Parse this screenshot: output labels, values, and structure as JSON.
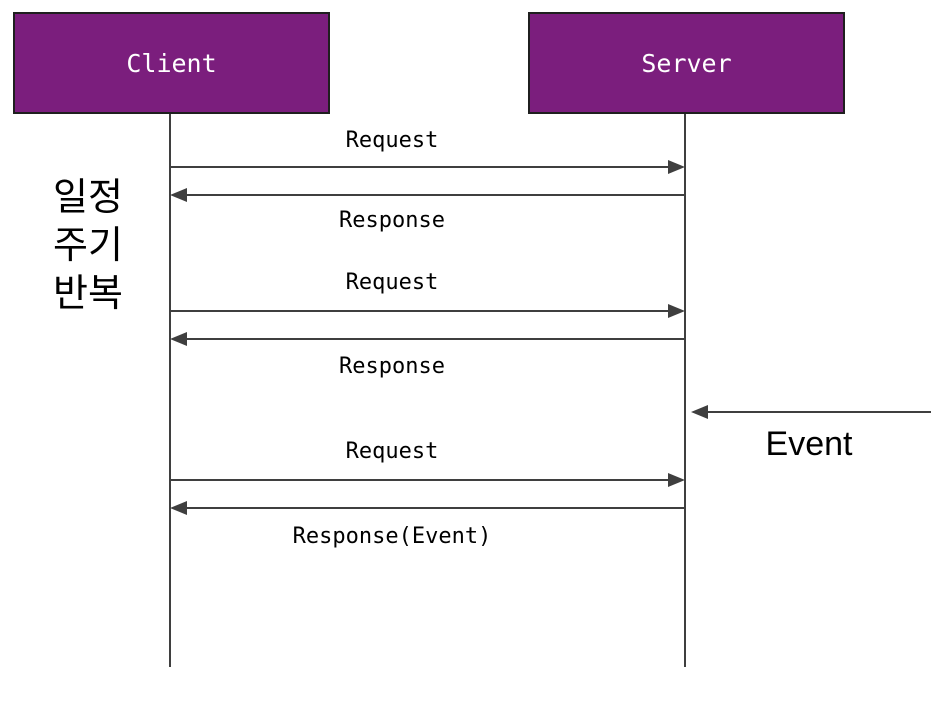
{
  "diagram": {
    "type": "sequence",
    "actors": [
      {
        "id": "client",
        "label": "Client"
      },
      {
        "id": "server",
        "label": "Server"
      }
    ],
    "annotation": {
      "text": "일정 주기 반복",
      "lines": [
        "일정",
        "주기",
        "반복"
      ]
    },
    "messages": [
      {
        "label": "Request",
        "from": "client",
        "to": "server"
      },
      {
        "label": "Response",
        "from": "server",
        "to": "client"
      },
      {
        "label": "Request",
        "from": "client",
        "to": "server"
      },
      {
        "label": "Response",
        "from": "server",
        "to": "client"
      },
      {
        "label": "Event",
        "from": "external",
        "to": "server"
      },
      {
        "label": "Request",
        "from": "client",
        "to": "server"
      },
      {
        "label": "Response(Event)",
        "from": "server",
        "to": "client"
      }
    ],
    "colors": {
      "actor_fill": "#7B1E7D",
      "actor_border": "#1F1F1F",
      "actor_text": "#FFFFFF",
      "line": "#3F3F3F",
      "text": "#000000",
      "background": "#FFFFFF"
    }
  }
}
